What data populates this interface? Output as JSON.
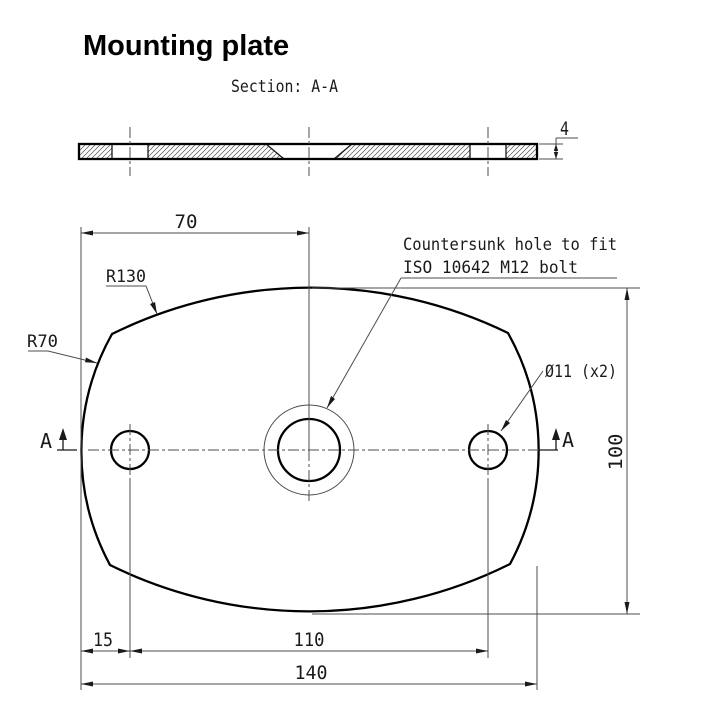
{
  "title": "Mounting plate",
  "section_view": {
    "label": "Section: A-A",
    "thickness_dim": "4"
  },
  "plan_view": {
    "dim_top_width": "70",
    "dim_height": "100",
    "dim_edge_to_hole": "15",
    "dim_hole_spacing": "110",
    "dim_total_width": "140",
    "label_radius_top": "R130",
    "label_radius_side": "R70",
    "note_line1": "Countersunk hole to fit",
    "note_line2": "ISO 10642 M12 bolt",
    "label_hole_diameter": "Ø11 (x2)",
    "section_marker": "A"
  },
  "colors": {
    "background": "#ffffff",
    "outline": "#000000",
    "thin_line": "#4d4d4d",
    "text": "#1a1a1a"
  }
}
